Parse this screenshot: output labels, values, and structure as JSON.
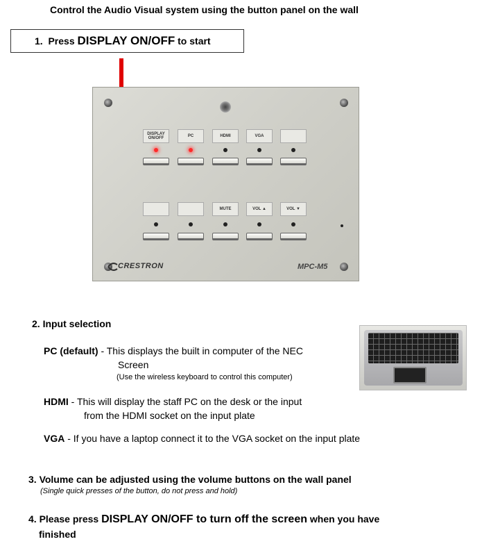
{
  "heading": "Control the Audio Visual system using the button panel on the wall",
  "step1": {
    "prefix": "1.  Press ",
    "emph": "DISPLAY ON/OFF",
    "suffix": " to start"
  },
  "panel": {
    "row1_labels": [
      "DISPLAY\nON/OFF",
      "PC",
      "HDMI",
      "VGA",
      ""
    ],
    "row1_leds_on": [
      true,
      true,
      false,
      false,
      false
    ],
    "row2_labels": [
      "",
      "",
      "MUTE",
      "VOL ▲",
      "VOL ▼"
    ],
    "brand": "CRESTRON",
    "model": "MPC-M5"
  },
  "step2": {
    "title": "2. Input selection",
    "pc_label": "PC (default)",
    "pc_text_1": " - This displays the built in computer of the NEC",
    "pc_text_2": "Screen",
    "pc_note": "(Use the wireless keyboard to control this computer)",
    "hdmi_label": "HDMI",
    "hdmi_text_1": " - This will display the staff PC on the desk or the input",
    "hdmi_text_2": "from the HDMI socket on the input plate",
    "vga_label": "VGA",
    "vga_text": " - If you have a laptop connect it to the VGA socket on the input plate"
  },
  "step3": {
    "title": "3. Volume can be adjusted using the volume buttons on the wall panel",
    "note": "(Single quick presses of the button, do not press and hold)"
  },
  "step4": {
    "prefix": "4. Please press ",
    "emph": "DISPLAY ON/OFF to turn off the screen",
    "suffix": " when you have",
    "line2": "finished"
  }
}
